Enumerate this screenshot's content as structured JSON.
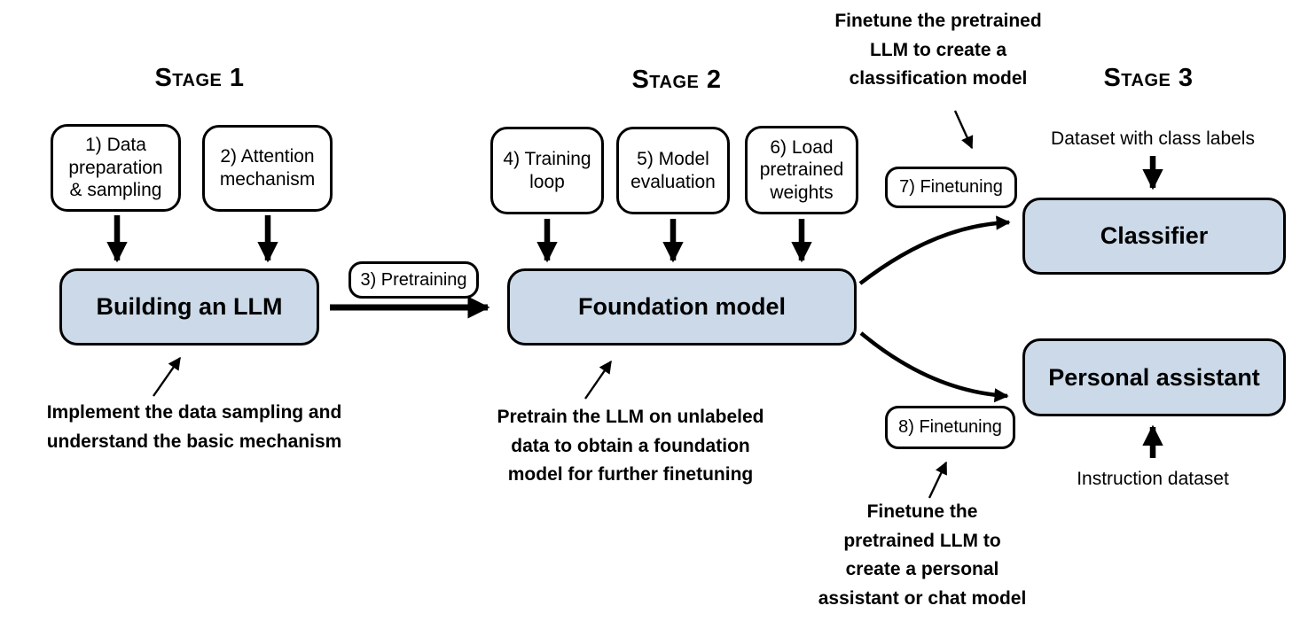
{
  "diagram": {
    "stages": [
      {
        "label": "Stage 1"
      },
      {
        "label": "Stage 2"
      },
      {
        "label": "Stage 3"
      }
    ],
    "step_boxes": [
      {
        "label": "1) Data\npreparation\n& sampling"
      },
      {
        "label": "2) Attention\nmechanism"
      },
      {
        "label": "4) Training\nloop"
      },
      {
        "label": "5) Model\nevaluation"
      },
      {
        "label": "6) Load\npretrained\nweights"
      }
    ],
    "pills": [
      {
        "label": "3) Pretraining"
      },
      {
        "label": "7) Finetuning"
      },
      {
        "label": "8) Finetuning"
      }
    ],
    "main_boxes": [
      {
        "label": "Building an LLM"
      },
      {
        "label": "Foundation model"
      },
      {
        "label": "Classifier"
      },
      {
        "label": "Personal assistant"
      }
    ],
    "io_labels": [
      {
        "label": "Dataset with class labels"
      },
      {
        "label": "Instruction dataset"
      }
    ],
    "annotations": [
      {
        "text": "Implement the data sampling and\nunderstand the basic mechanism"
      },
      {
        "text": "Pretrain the LLM on unlabeled\ndata to obtain a foundation\nmodel for further finetuning"
      },
      {
        "text": "Finetune the pretrained\nLLM to create a\nclassification model"
      },
      {
        "text": "Finetune the\npretrained LLM to\ncreate a personal\nassistant or chat model"
      }
    ],
    "colors": {
      "box_fill": "#cbd9e8",
      "box_border": "#000000",
      "arrow": "#000000",
      "background": "#ffffff"
    }
  }
}
